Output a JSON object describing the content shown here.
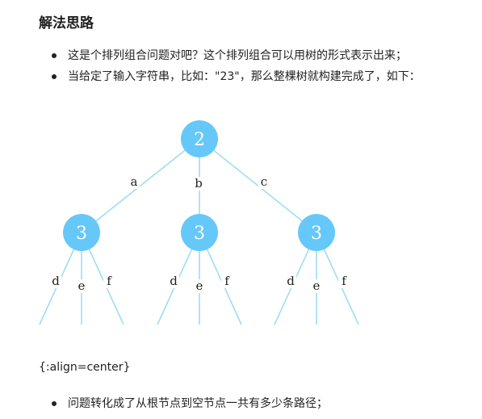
{
  "heading": "解法思路",
  "bullets": [
    "这是个排列组合问题对吧？这个排列组合可以用树的形式表示出来；",
    "当给定了输入字符串，比如：\"23\"，那么整棵树就构建完成了，如下："
  ],
  "tree": {
    "root": "2",
    "branches": [
      {
        "edge_label": "a",
        "node": "3",
        "leaf_labels": [
          "d",
          "e",
          "f"
        ]
      },
      {
        "edge_label": "b",
        "node": "3",
        "leaf_labels": [
          "d",
          "e",
          "f"
        ]
      },
      {
        "edge_label": "c",
        "node": "3",
        "leaf_labels": [
          "d",
          "e",
          "f"
        ]
      }
    ],
    "colors": {
      "node": "#66c8f8",
      "edge": "#9fdcf5",
      "node_text": "#ffffff"
    }
  },
  "align_note": "{:align=center}",
  "bullets_2": [
    "问题转化成了从根节点到空节点一共有多少条路径；"
  ]
}
